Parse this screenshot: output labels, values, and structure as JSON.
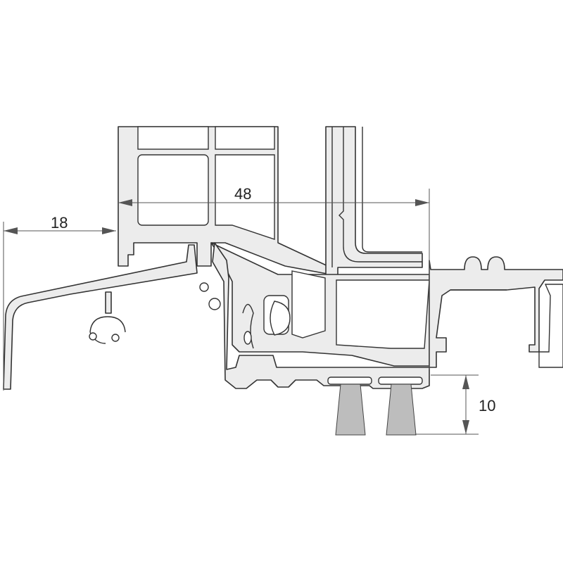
{
  "dimensions": {
    "overhang": "18",
    "frame_depth": "48",
    "brush_height": "10"
  },
  "colors": {
    "profile_fill": "#ececec",
    "outline": "#333333",
    "brush": "#bdbdbd",
    "dimension_line": "#555555"
  }
}
